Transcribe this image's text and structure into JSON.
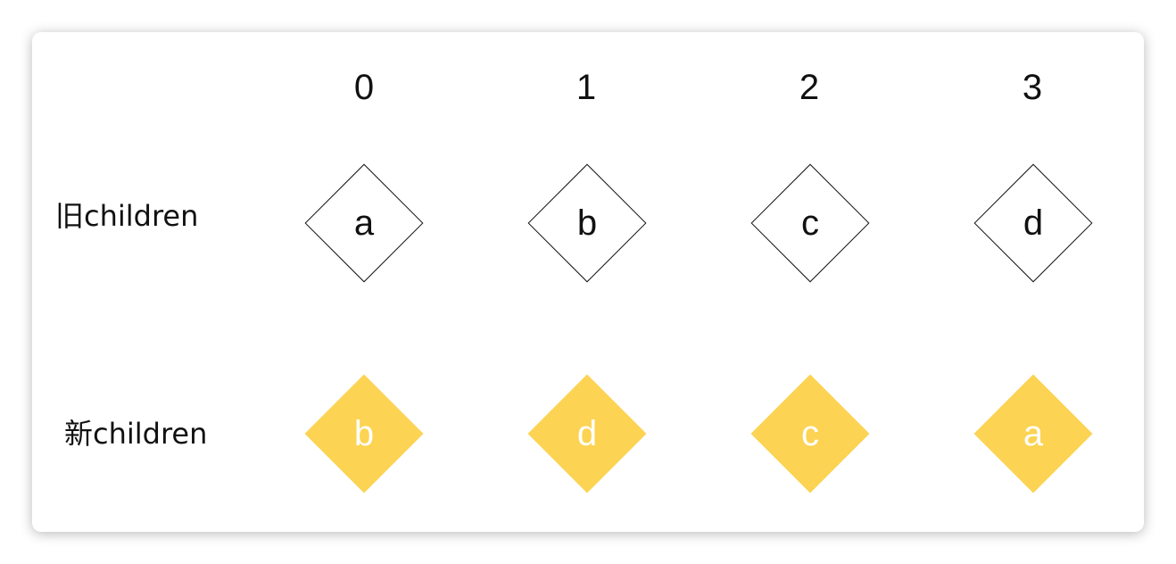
{
  "indices": [
    "0",
    "1",
    "2",
    "3"
  ],
  "rows": {
    "old": {
      "label": "旧children",
      "items": [
        "a",
        "b",
        "c",
        "d"
      ]
    },
    "new": {
      "label": "新children",
      "items": [
        "b",
        "d",
        "c",
        "a"
      ]
    }
  },
  "colors": {
    "new_fill": "#fcd352",
    "old_stroke": "#111111",
    "new_text": "#ffffff"
  }
}
